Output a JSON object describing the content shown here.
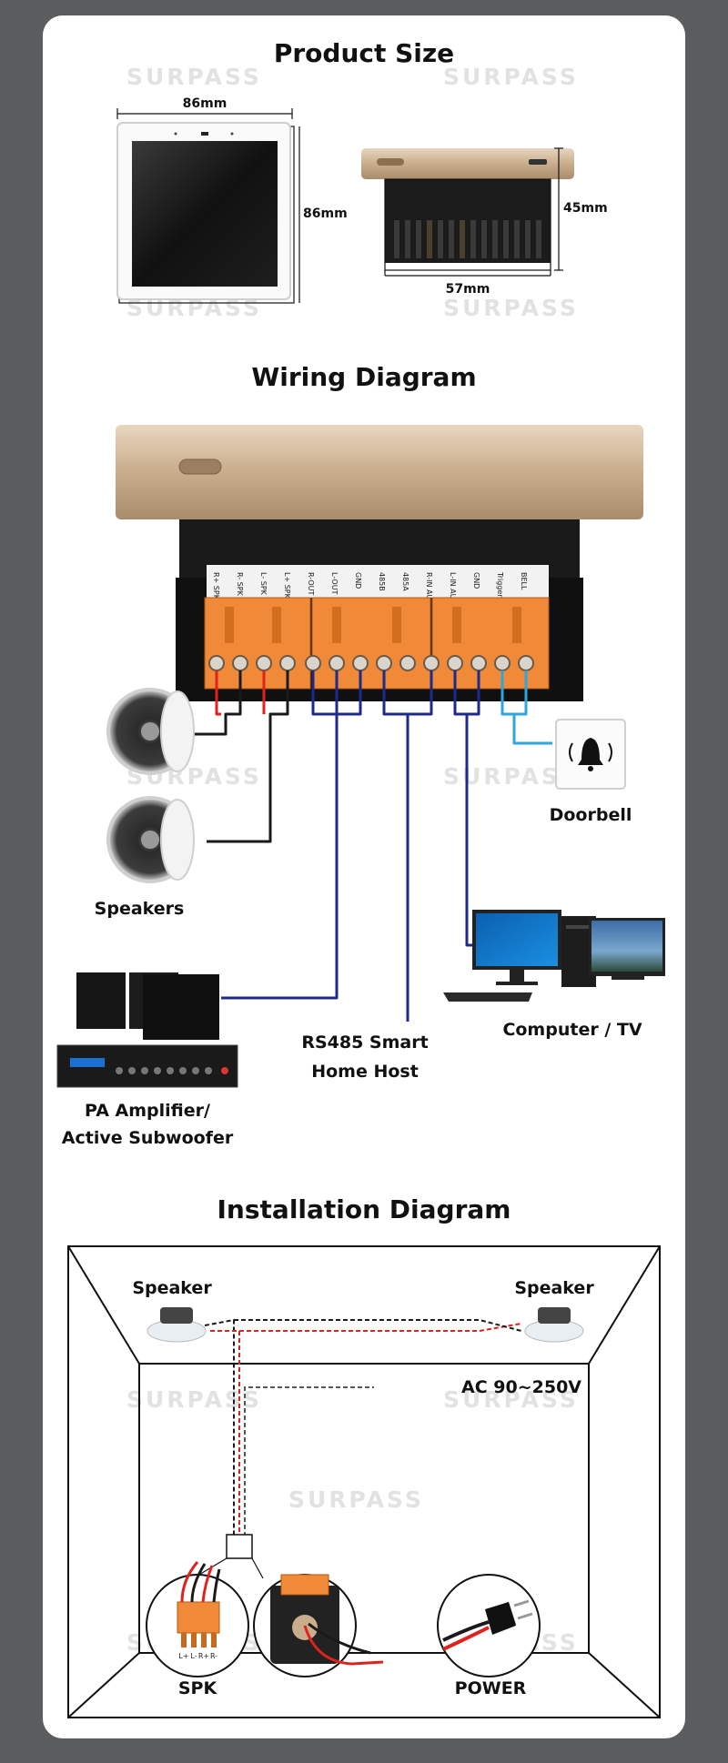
{
  "watermark": "SURPASS",
  "product_size": {
    "title": "Product Size",
    "front_width": "86mm",
    "front_height": "86mm",
    "side_depth": "45mm",
    "side_width": "57mm"
  },
  "wiring": {
    "title": "Wiring Diagram",
    "terminals": [
      "R+ SPK",
      "R- SPK",
      "L- SPK",
      "L+ SPK",
      "R-OUT",
      "L-OUT",
      "GND",
      "485B",
      "485A",
      "R-IN AUX",
      "L-IN AUX",
      "GND",
      "Trigger Alarm",
      "BELL"
    ],
    "devices": {
      "doorbell": "Doorbell",
      "speakers": "Speakers",
      "computer_tv": "Computer / TV",
      "rs485_line1": "RS485 Smart",
      "rs485_line2": "Home Host",
      "amp_line1": "PA Amplifier/",
      "amp_line2": "Active Subwoofer"
    }
  },
  "installation": {
    "title": "Installation Diagram",
    "speaker_left": "Speaker",
    "speaker_right": "Speaker",
    "ac_label": "AC 90~250V",
    "spk_label": "SPK",
    "power_label": "POWER",
    "pins": [
      "L+",
      "L-",
      "R+",
      "R-"
    ]
  },
  "colors": {
    "red_wire": "#e0221d",
    "black_wire": "#1a1a1a",
    "navy_wire": "#1c2a8e",
    "blue_wire": "#2da6e0",
    "terminal_orange": "#f08a38",
    "panel_gold": "#c9ad8c"
  }
}
